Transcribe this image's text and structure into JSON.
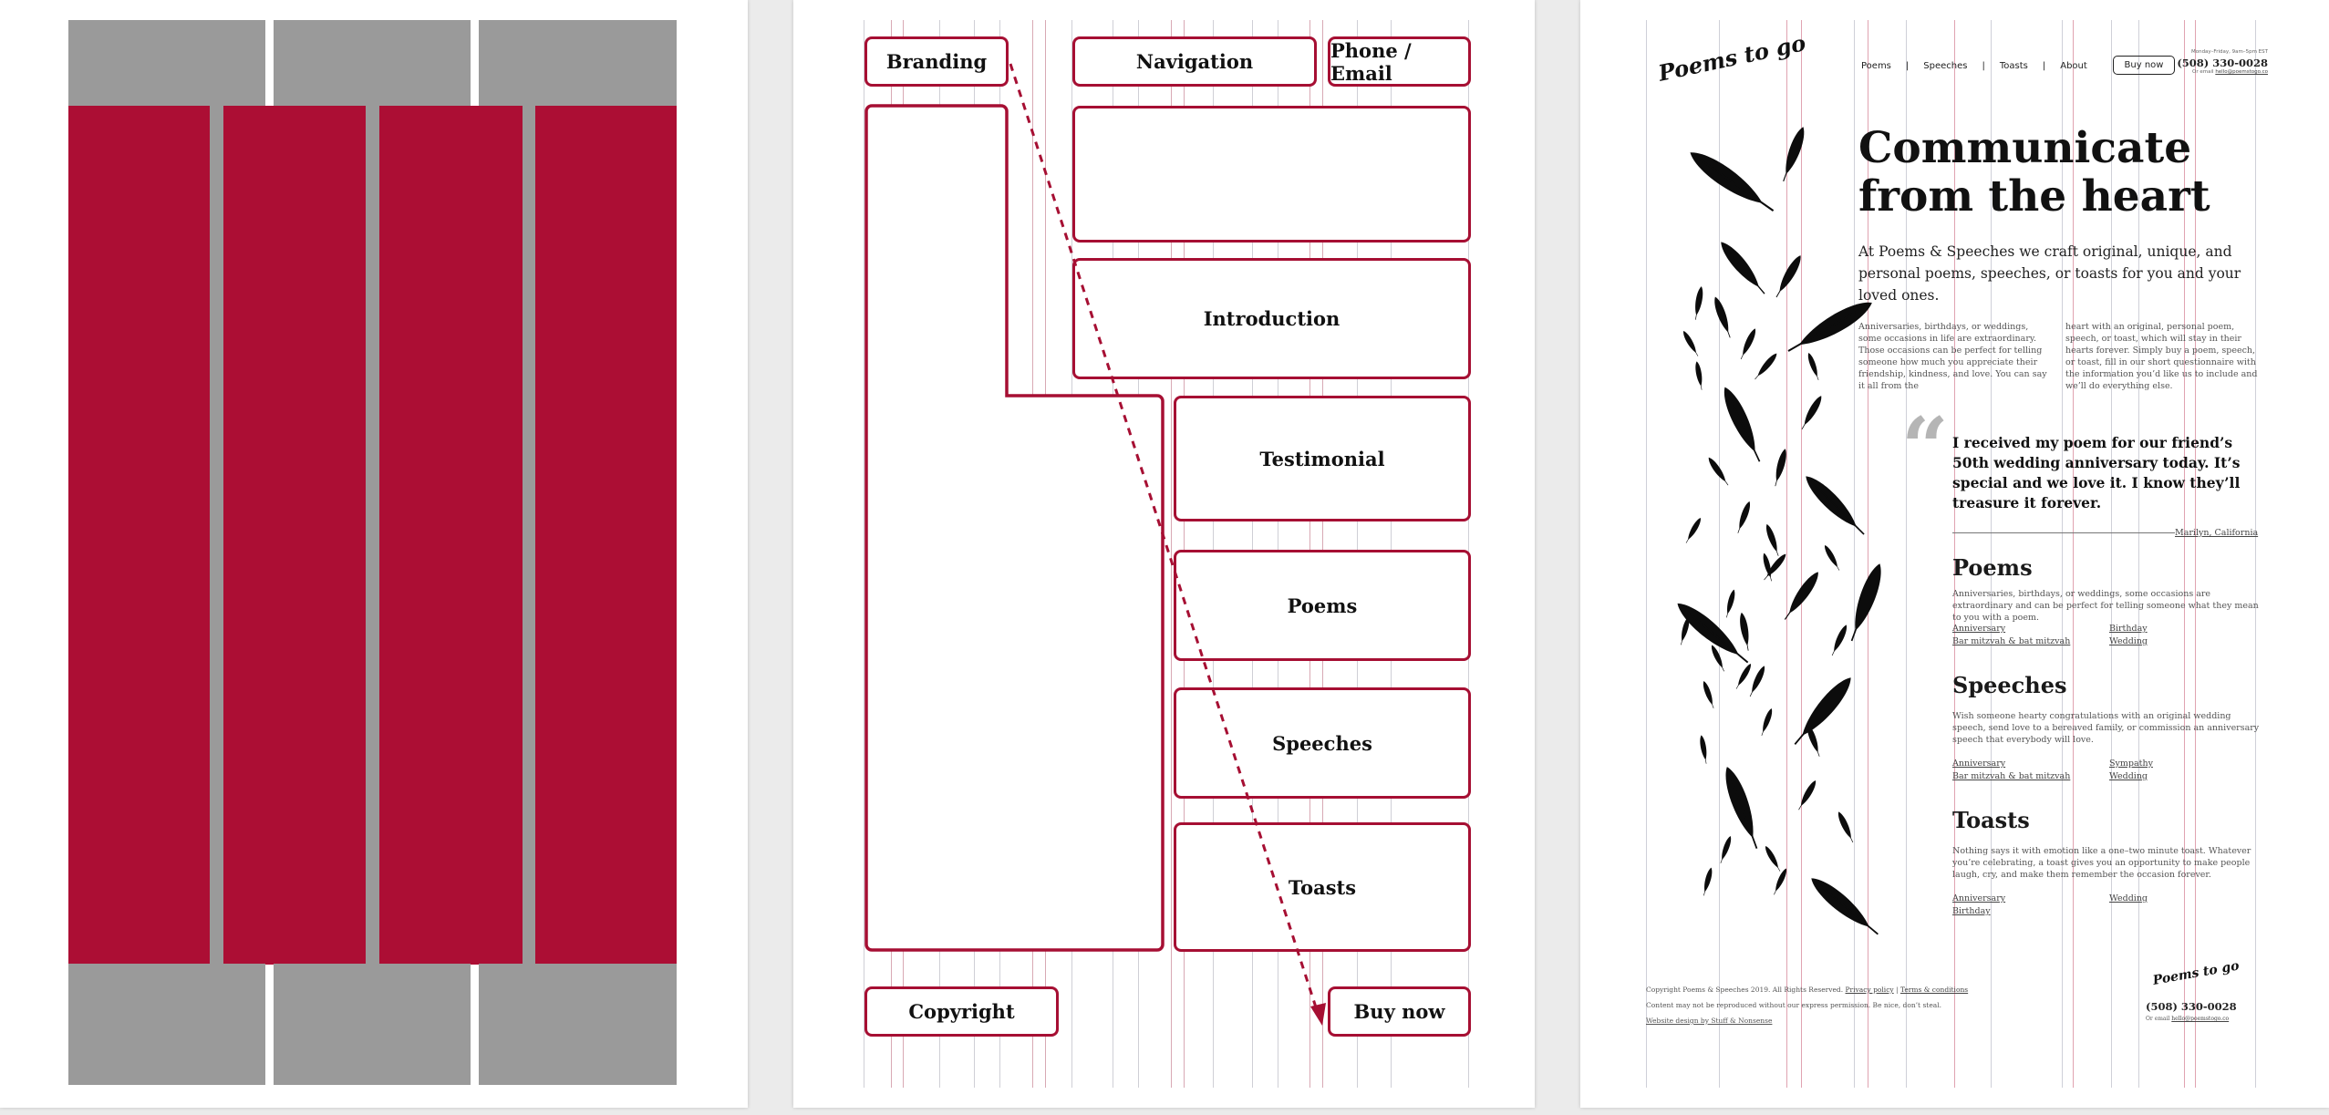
{
  "wireframe": {
    "labels": {
      "branding": "Branding",
      "navigation": "Navigation",
      "phone_email": "Phone / Email",
      "introduction": "Introduction",
      "testimonial": "Testimonial",
      "poems": "Poems",
      "speeches": "Speeches",
      "toasts": "Toasts",
      "copyright": "Copyright",
      "buy_now": "Buy now"
    }
  },
  "site": {
    "logo": "Poems to go",
    "nav": [
      "Poems",
      "Speeches",
      "Toasts",
      "About"
    ],
    "nav_sep": "|",
    "buy_button": "Buy now",
    "hours": "Monday–Friday, 9am–5pm EST",
    "phone": "(508) 330-0028",
    "email_prefix": "Or email",
    "email": "hello@poemstogo.co",
    "hero_title_1": "Communicate",
    "hero_title_2": "from the heart",
    "lead": "At Poems & Speeches we craft original, unique, and personal poems, speeches, or toasts for you and your loved ones.",
    "body_col1": "Anniversaries, birthdays, or weddings, some occasions in life are extraordinary. Those occasions can be perfect for telling someone how much you appreciate their friendship, kindness, and love. You can say it all from the",
    "body_col2": "heart with an original, personal poem, speech, or toast, which will stay in their hearts forever. Simply buy a poem, speech, or toast, fill in our short questionnaire with the information you’d like us to include and we’ll do everything else.",
    "quote_mark": "“",
    "quote": "I received my poem for our friend’s 50th wedding anniversary today. It’s special and we love it. I know they’ll treasure it forever.",
    "quote_author": "Marilyn, California",
    "poems": {
      "title": "Poems",
      "text": "Anniversaries, birthdays, or weddings, some occasions are extraordinary and can be perfect for telling someone what they mean to you with a poem.",
      "links_left": [
        "Anniversary",
        "Bar mitzvah & bat mitzvah"
      ],
      "links_right": [
        "Birthday",
        "Wedding"
      ]
    },
    "speeches": {
      "title": "Speeches",
      "text": "Wish someone hearty congratulations with an original wedding speech, send love to a bereaved family, or commission an anniversary speech that everybody will love.",
      "links_left": [
        "Anniversary",
        "Bar mitzvah & bat mitzvah"
      ],
      "links_right": [
        "Sympathy",
        "Wedding"
      ]
    },
    "toasts": {
      "title": "Toasts",
      "text": "Nothing says it with emotion like a one–two minute toast. Whatever you’re celebrating, a toast gives you an opportunity to make people laugh, cry, and make them remember the occasion forever.",
      "links_left": [
        "Anniversary",
        "Birthday"
      ],
      "links_right": [
        "Wedding"
      ]
    },
    "footer": {
      "copyright": "Copyright Poems & Speeches 2019. All Rights Reserved.",
      "privacy": "Privacy policy",
      "sep": "|",
      "terms": "Terms & conditions",
      "notice": "Content may not be reproduced without our express permission. Be nice, don’t steal.",
      "design_credit": "Website design by Stuff & Nonsense",
      "logo": "Poems to go",
      "phone": "(508) 330-0028",
      "email_prefix": "Or email",
      "email": "hello@poemstogo.co"
    }
  },
  "colors": {
    "accent": "#ac0e34",
    "grey_block": "#9a9a9a",
    "panel_bg": "#ffffff",
    "page_bg": "#ebebeb"
  },
  "icons": [
    "feather-icon",
    "quote-icon",
    "arrow-icon"
  ]
}
